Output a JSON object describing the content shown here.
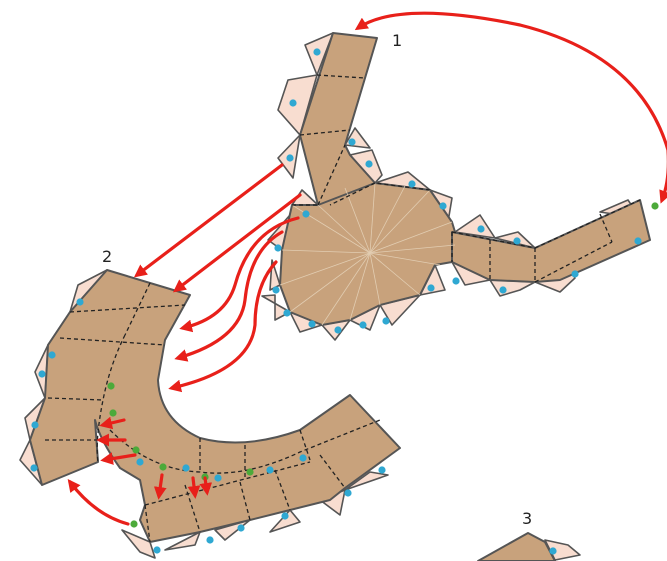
{
  "labels": {
    "piece_1": "1",
    "piece_2": "2",
    "piece_3": "3"
  },
  "colors": {
    "piece_fill": "#c8a27c",
    "tab_fill": "#f8ddd0",
    "outline": "#555555",
    "arrow": "#e8201a",
    "dot_blue": "#2fa8d2",
    "dot_green": "#4caa3a"
  }
}
